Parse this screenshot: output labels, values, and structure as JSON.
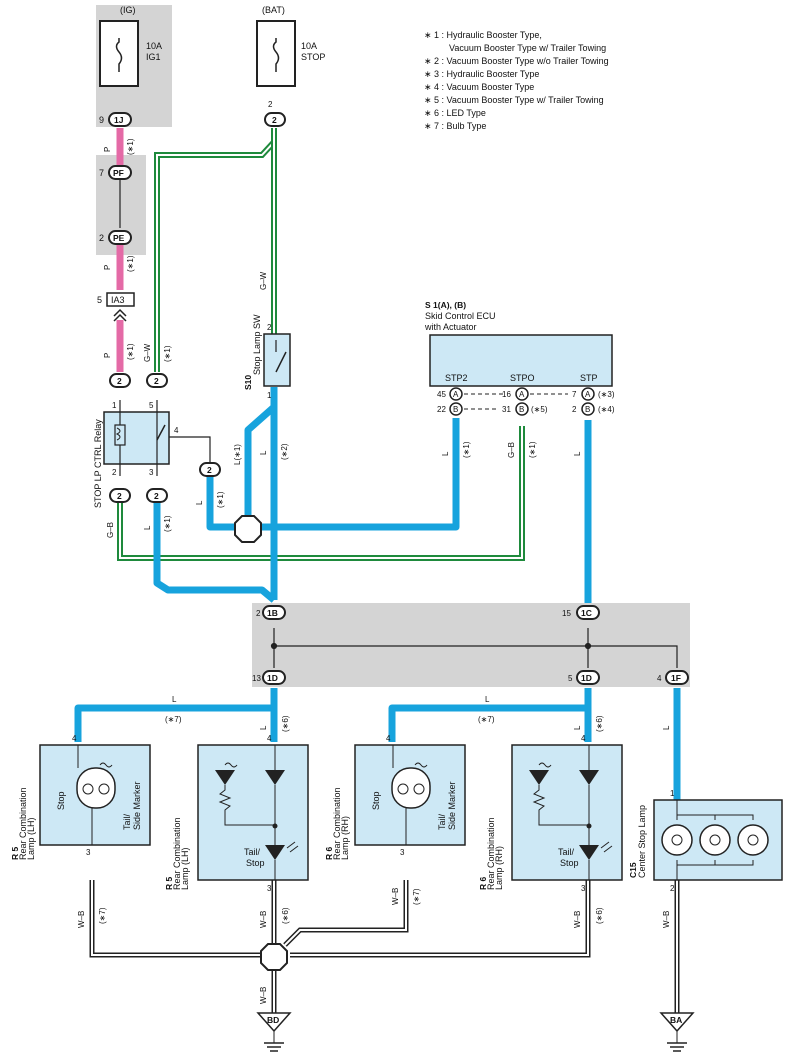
{
  "power": {
    "ig": "(IG)",
    "bat": "(BAT)"
  },
  "fuses": {
    "ig1": {
      "amp": "10A",
      "name": "IG1"
    },
    "stop": {
      "amp": "10A",
      "name": "STOP"
    }
  },
  "legend": [
    "∗ 1 : Hydraulic Booster Type,",
    "Vacuum Booster Type w/ Trailer Towing",
    "∗ 2 : Vacuum Booster Type w/o Trailer Towing",
    "∗ 3 : Hydraulic Booster Type",
    "∗ 4 : Vacuum Booster Type",
    "∗ 5 : Vacuum Booster Type w/ Trailer Towing",
    "∗ 6 : LED Type",
    "∗ 7 : Bulb Type"
  ],
  "connectors": {
    "c1J": "1J",
    "cPF": "PF",
    "cPE": "PE",
    "cIA3": "IA3",
    "cBD": "BD",
    "cBA": "BA",
    "c1B": "1B",
    "c1C": "1C",
    "c1D": "1D",
    "c1F": "1F",
    "pin2": "2",
    "pinA": "A",
    "pinB": "B"
  },
  "pins": {
    "p9": "9",
    "p7": "7",
    "p2": "2",
    "p5": "5",
    "p1": "1",
    "p3": "3",
    "p4": "4",
    "p13": "13",
    "p15": "15",
    "p45": "45",
    "p22": "22",
    "p16": "16",
    "p31": "31"
  },
  "wires": {
    "P": "P",
    "GW": "G–W",
    "L": "L",
    "GB": "G–B",
    "WB": "W–B"
  },
  "notes": {
    "n1": "(∗1)",
    "n2": "(∗2)",
    "n3": "(∗3)",
    "n4": "(∗4)",
    "n5": "(∗5)",
    "n6": "(∗6)",
    "n7": "(∗7)",
    "l1": "L(∗1)"
  },
  "relay": {
    "label": "STOP LP CTRL Relay"
  },
  "switch": {
    "code": "S10",
    "label": "Stop Lamp SW"
  },
  "ecu": {
    "code": "S 1(A), (B)",
    "name": "Skid Control ECU",
    "sub": "with Actuator",
    "terminals": [
      "STP2",
      "STPO",
      "STP"
    ]
  },
  "lamps": {
    "r5": {
      "code": "R 5",
      "line1": "Rear Combination",
      "line2": "Lamp (LH)"
    },
    "r6": {
      "code": "R 6",
      "line1": "Rear Combination",
      "line2": "Lamp (RH)"
    },
    "c15": {
      "code": "C15",
      "name": "Center Stop Lamp"
    },
    "stop": "Stop",
    "tail1": "Tail/",
    "side": "Side Marker",
    "stop2": "Stop"
  },
  "colors": {
    "blue": "#17a3dd",
    "pink": "#e46aa6",
    "green": "#1e8a3c",
    "gray": "#d4d4d4",
    "box": "#cde8f5"
  }
}
